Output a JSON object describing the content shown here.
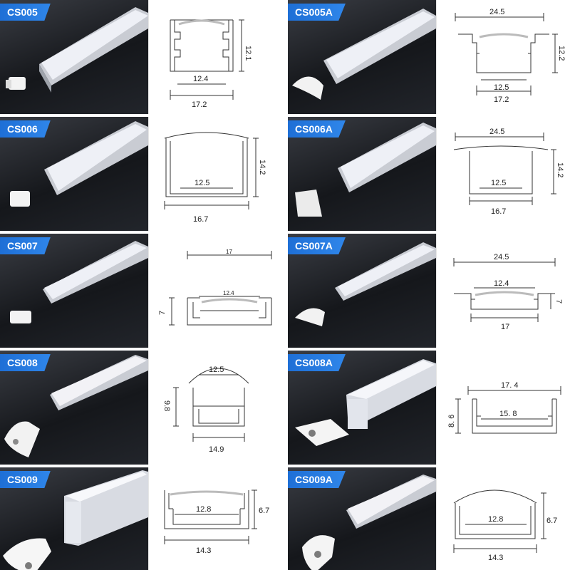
{
  "accent": "#2f86ea",
  "products": [
    {
      "code": "CS005",
      "dims": [
        "12.1",
        "12.4",
        "17.2"
      ]
    },
    {
      "code": "CS005A",
      "dims": [
        "24.5",
        "12.2",
        "12.5",
        "17.2"
      ]
    },
    {
      "code": "CS006",
      "dims": [
        "14.2",
        "12.5",
        "16.7"
      ]
    },
    {
      "code": "CS006A",
      "dims": [
        "24.5",
        "14.2",
        "12.5",
        "16.7"
      ]
    },
    {
      "code": "CS007",
      "dims": [
        "17",
        "12.4",
        "7"
      ]
    },
    {
      "code": "CS007A",
      "dims": [
        "24.5",
        "12.4",
        "7",
        "17"
      ]
    },
    {
      "code": "CS008",
      "dims": [
        "12.5",
        "9.8",
        "14.9"
      ]
    },
    {
      "code": "CS008A",
      "dims": [
        "17. 4",
        "15. 8",
        "8. 6"
      ]
    },
    {
      "code": "CS009",
      "dims": [
        "12.8",
        "6.7",
        "14.3"
      ]
    },
    {
      "code": "CS009A",
      "dims": [
        "12.8",
        "6.7",
        "14.3"
      ]
    }
  ]
}
